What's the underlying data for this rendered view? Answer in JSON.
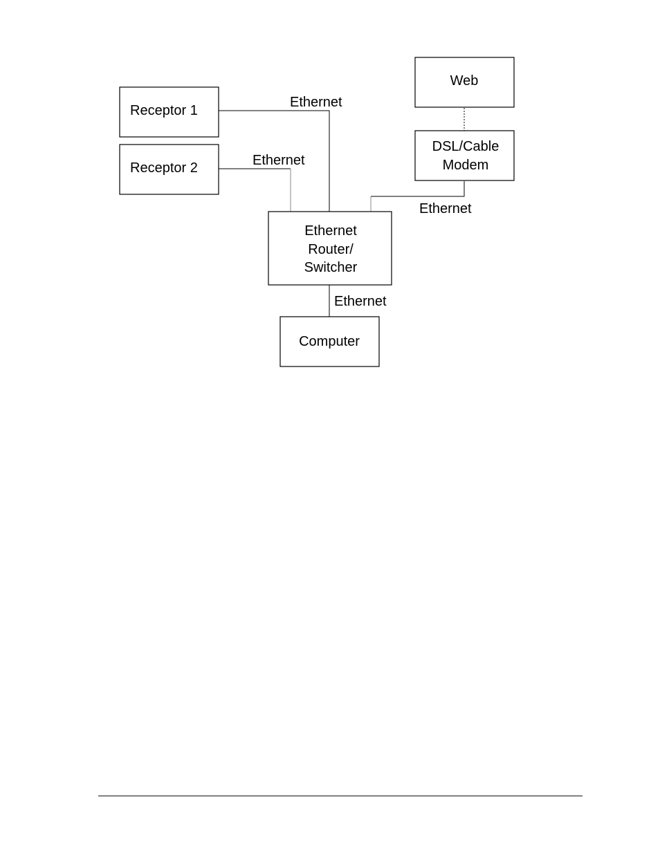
{
  "nodes": {
    "receptor1": "Receptor 1",
    "receptor2": "Receptor 2",
    "web": "Web",
    "modem": [
      "DSL/Cable",
      "Modem"
    ],
    "router": [
      "Ethernet",
      "Router/",
      "Switcher"
    ],
    "computer": "Computer"
  },
  "edges": {
    "receptor1_router": "Ethernet",
    "receptor2_router": "Ethernet",
    "modem_router": "Ethernet",
    "router_computer": "Ethernet"
  }
}
